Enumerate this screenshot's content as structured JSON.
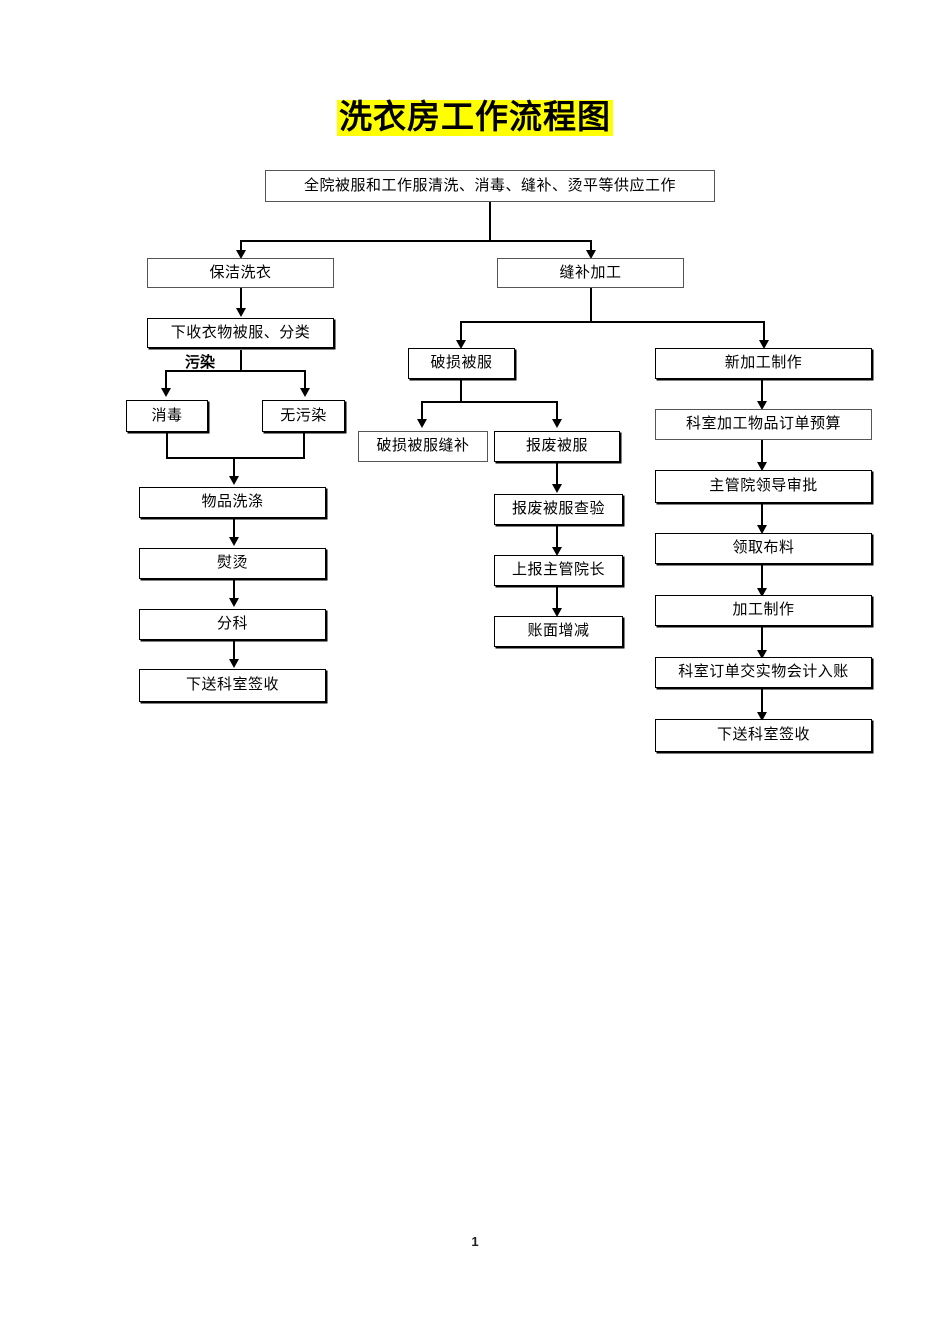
{
  "page": {
    "title": "洗衣房工作流程图",
    "title_highlight_color": "#ffff00",
    "page_number": "1",
    "background_color": "#ffffff",
    "line_color": "#000000"
  },
  "flowchart": {
    "type": "flowchart",
    "root": {
      "id": "root",
      "label": "全院被服和工作服清洗、消毒、缝补、烫平等供应工作"
    },
    "branches": [
      {
        "id": "branch-cleaning",
        "label": "保洁洗衣",
        "nodes": [
          {
            "id": "collect",
            "label": "下收衣物被服、分类"
          },
          {
            "id": "disinfect",
            "label": "消毒"
          },
          {
            "id": "no-contamination",
            "label": "无污染"
          },
          {
            "id": "washing",
            "label": "物品洗涤"
          },
          {
            "id": "ironing",
            "label": "熨烫"
          },
          {
            "id": "sorting",
            "label": "分科"
          },
          {
            "id": "deliver-sign",
            "label": "下送科室签收"
          }
        ],
        "edge_labels": [
          {
            "id": "contaminated",
            "label": "污染"
          }
        ]
      },
      {
        "id": "branch-mending",
        "label": "缝补加工",
        "nodes": [
          {
            "id": "damaged",
            "label": "破损被服"
          },
          {
            "id": "damaged-mend",
            "label": "破损被服缝补"
          },
          {
            "id": "scrapped",
            "label": "报废被服"
          },
          {
            "id": "scrapped-inspect",
            "label": "报废被服查验"
          },
          {
            "id": "report-director",
            "label": "上报主管院长"
          },
          {
            "id": "ledger-adjust",
            "label": "账面增减"
          },
          {
            "id": "new-making",
            "label": "新加工制作"
          },
          {
            "id": "dept-order-budget",
            "label": "科室加工物品订单预算"
          },
          {
            "id": "leader-approval",
            "label": "主管院领导审批"
          },
          {
            "id": "get-fabric",
            "label": "领取布料"
          },
          {
            "id": "processing",
            "label": "加工制作"
          },
          {
            "id": "order-accounting",
            "label": "科室订单交实物会计入账"
          },
          {
            "id": "deliver-sign-right",
            "label": "下送科室签收"
          }
        ]
      }
    ]
  }
}
